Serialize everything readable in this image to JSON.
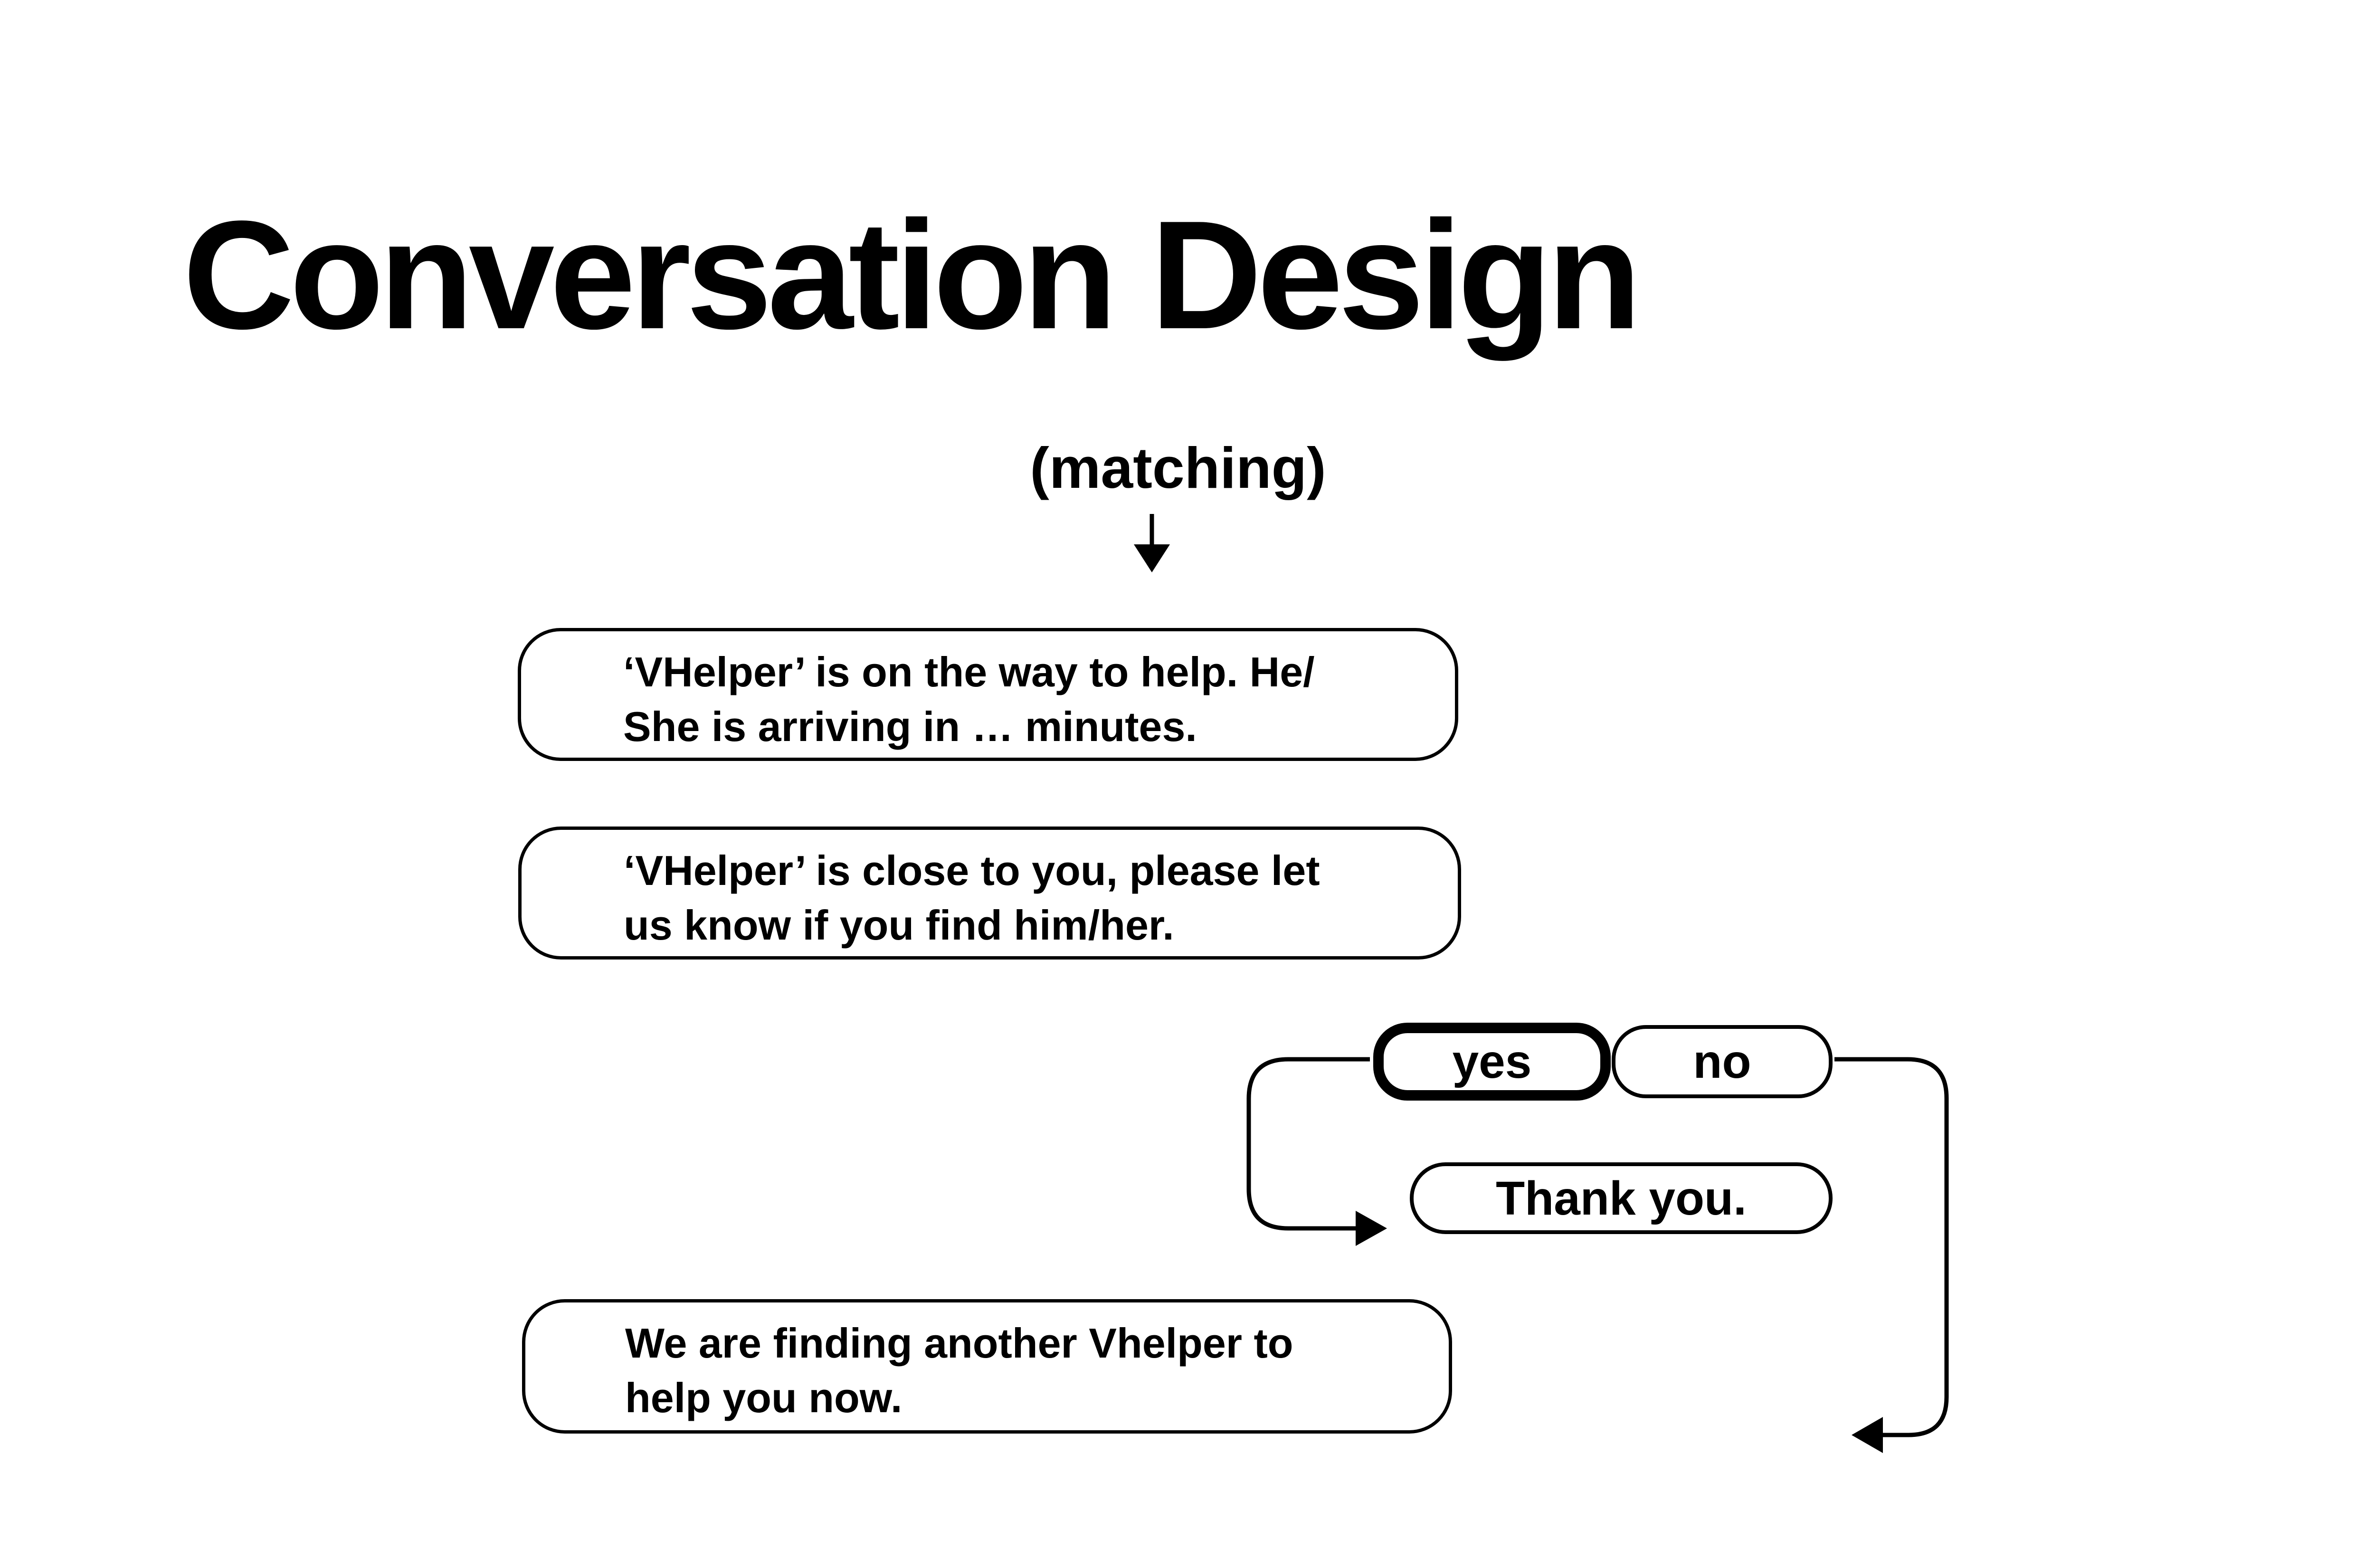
{
  "page": {
    "title": "Conversation Design",
    "background_color": "#ffffff",
    "ink_color": "#000000"
  },
  "annotation": {
    "label": "(matching)"
  },
  "icons": {
    "down_arrow": "↓",
    "arrow_to_thank_you": "→",
    "arrow_from_no": "←"
  },
  "messages": {
    "on_the_way": {
      "lines": [
        "‘VHelper’ is on the way to help. He/",
        "She is arriving in … minutes."
      ]
    },
    "close_to_you": {
      "lines": [
        "‘VHelper’ is close to you, please let",
        "us know if you find him/her."
      ]
    },
    "thank_you": {
      "text": "Thank you."
    },
    "finding_another": {
      "lines": [
        "We are finding another Vhelper to",
        "help you now."
      ]
    }
  },
  "quick_replies": {
    "yes": "yes",
    "no": "no"
  }
}
